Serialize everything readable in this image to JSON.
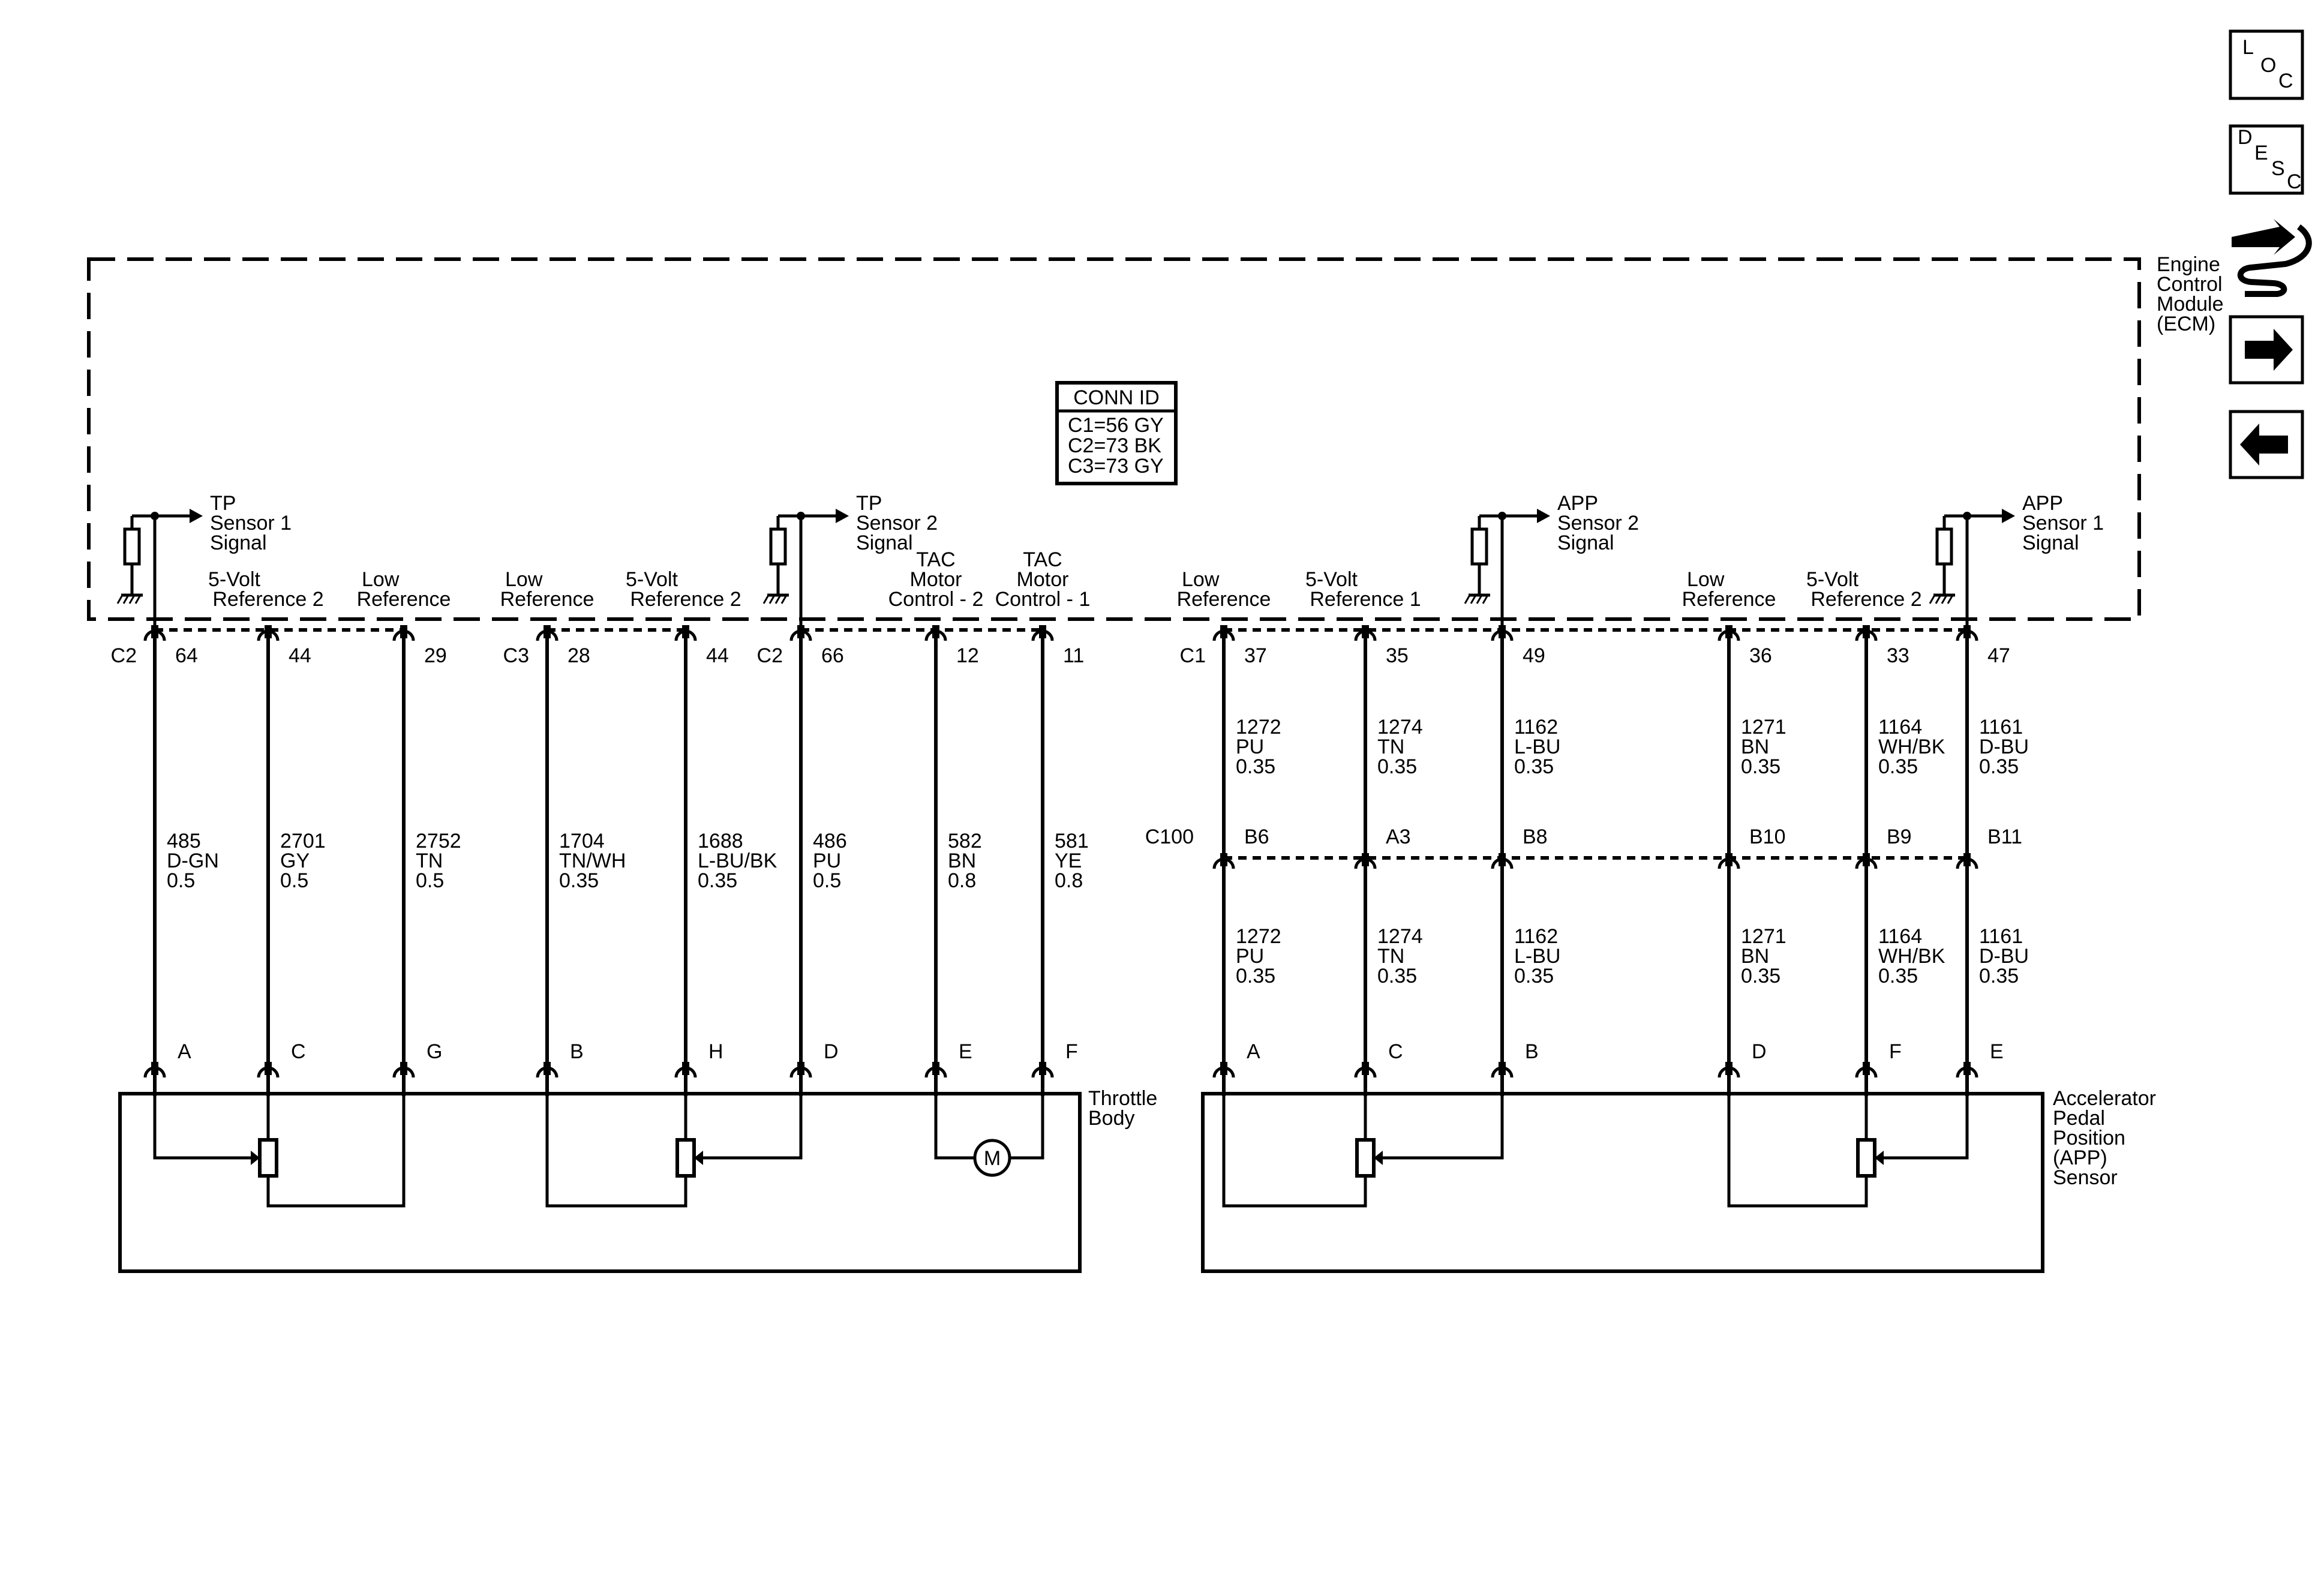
{
  "ecm": {
    "name_lines": [
      "Engine",
      "Control",
      "Module",
      "(ECM)"
    ]
  },
  "conn_id": {
    "title": "CONN ID",
    "lines": [
      "C1=56 GY",
      "C2=73 BK",
      "C3=73 GY"
    ]
  },
  "nav": {
    "loc": {
      "letters": [
        "L",
        "O",
        "C"
      ]
    },
    "desc": {
      "letters": [
        "D",
        "E",
        "S",
        "C"
      ]
    }
  },
  "signal_labels": [
    {
      "lines": [
        "TP",
        "Sensor 1",
        "Signal"
      ]
    },
    {
      "lines": [
        "TP",
        "Sensor 2",
        "Signal"
      ]
    },
    {
      "lines": [
        "APP",
        "Sensor 2",
        "Signal"
      ]
    },
    {
      "lines": [
        "APP",
        "Sensor 1",
        "Signal"
      ]
    }
  ],
  "circuits": [
    {
      "function": [],
      "conn": "C2",
      "pin": "64",
      "wire": [
        "485",
        "D-GN",
        "0.5"
      ],
      "comp_pin": "A"
    },
    {
      "function": [
        "5-Volt",
        "Reference 2"
      ],
      "conn": "",
      "pin": "44",
      "wire": [
        "2701",
        "GY",
        "0.5"
      ],
      "comp_pin": "C"
    },
    {
      "function": [
        "Low",
        "Reference"
      ],
      "conn": "",
      "pin": "29",
      "wire": [
        "2752",
        "TN",
        "0.5"
      ],
      "comp_pin": "G"
    },
    {
      "function": [
        "Low",
        "Reference"
      ],
      "conn": "C3",
      "pin": "28",
      "wire": [
        "1704",
        "TN/WH",
        "0.35"
      ],
      "comp_pin": "B"
    },
    {
      "function": [
        "5-Volt",
        "Reference 2"
      ],
      "conn": "",
      "pin": "44",
      "wire": [
        "1688",
        "L-BU/BK",
        "0.35"
      ],
      "comp_pin": "H"
    },
    {
      "function": [],
      "conn": "C2",
      "pin": "66",
      "wire": [
        "486",
        "PU",
        "0.5"
      ],
      "comp_pin": "D"
    },
    {
      "function": [
        "TAC",
        "Motor",
        "Control - 2"
      ],
      "conn": "",
      "pin": "12",
      "wire": [
        "582",
        "BN",
        "0.8"
      ],
      "comp_pin": "E"
    },
    {
      "function": [
        "TAC",
        "Motor",
        "Control - 1"
      ],
      "conn": "",
      "pin": "11",
      "wire": [
        "581",
        "YE",
        "0.8"
      ],
      "comp_pin": "F"
    },
    {
      "function": [
        "Low",
        "Reference"
      ],
      "conn": "C1",
      "pin": "37",
      "wire_upper": [
        "1272",
        "PU",
        "0.35"
      ],
      "c100_pin": "B6",
      "wire_lower": [
        "1272",
        "PU",
        "0.35"
      ],
      "comp_pin": "A"
    },
    {
      "function": [
        "5-Volt",
        "Reference 1"
      ],
      "conn": "",
      "pin": "35",
      "wire_upper": [
        "1274",
        "TN",
        "0.35"
      ],
      "c100_pin": "A3",
      "wire_lower": [
        "1274",
        "TN",
        "0.35"
      ],
      "comp_pin": "C"
    },
    {
      "function": [],
      "conn": "",
      "pin": "49",
      "wire_upper": [
        "1162",
        "L-BU",
        "0.35"
      ],
      "c100_pin": "B8",
      "wire_lower": [
        "1162",
        "L-BU",
        "0.35"
      ],
      "comp_pin": "B"
    },
    {
      "function": [
        "Low",
        "Reference"
      ],
      "conn": "",
      "pin": "36",
      "wire_upper": [
        "1271",
        "BN",
        "0.35"
      ],
      "c100_pin": "B10",
      "wire_lower": [
        "1271",
        "BN",
        "0.35"
      ],
      "comp_pin": "D"
    },
    {
      "function": [
        "5-Volt",
        "Reference 2"
      ],
      "conn": "",
      "pin": "33",
      "wire_upper": [
        "1164",
        "WH/BK",
        "0.35"
      ],
      "c100_pin": "B9",
      "wire_lower": [
        "1164",
        "WH/BK",
        "0.35"
      ],
      "comp_pin": "F"
    },
    {
      "function": [],
      "conn": "",
      "pin": "47",
      "wire_upper": [
        "1161",
        "D-BU",
        "0.35"
      ],
      "c100_pin": "B11",
      "wire_lower": [
        "1161",
        "D-BU",
        "0.35"
      ],
      "comp_pin": "E"
    }
  ],
  "c100": {
    "name": "C100"
  },
  "motor": {
    "symbol": "M"
  },
  "throttle_body": {
    "lines": [
      "Throttle",
      "Body"
    ]
  },
  "app_sensor": {
    "lines": [
      "Accelerator",
      "Pedal",
      "Position",
      "(APP)",
      "Sensor"
    ]
  }
}
